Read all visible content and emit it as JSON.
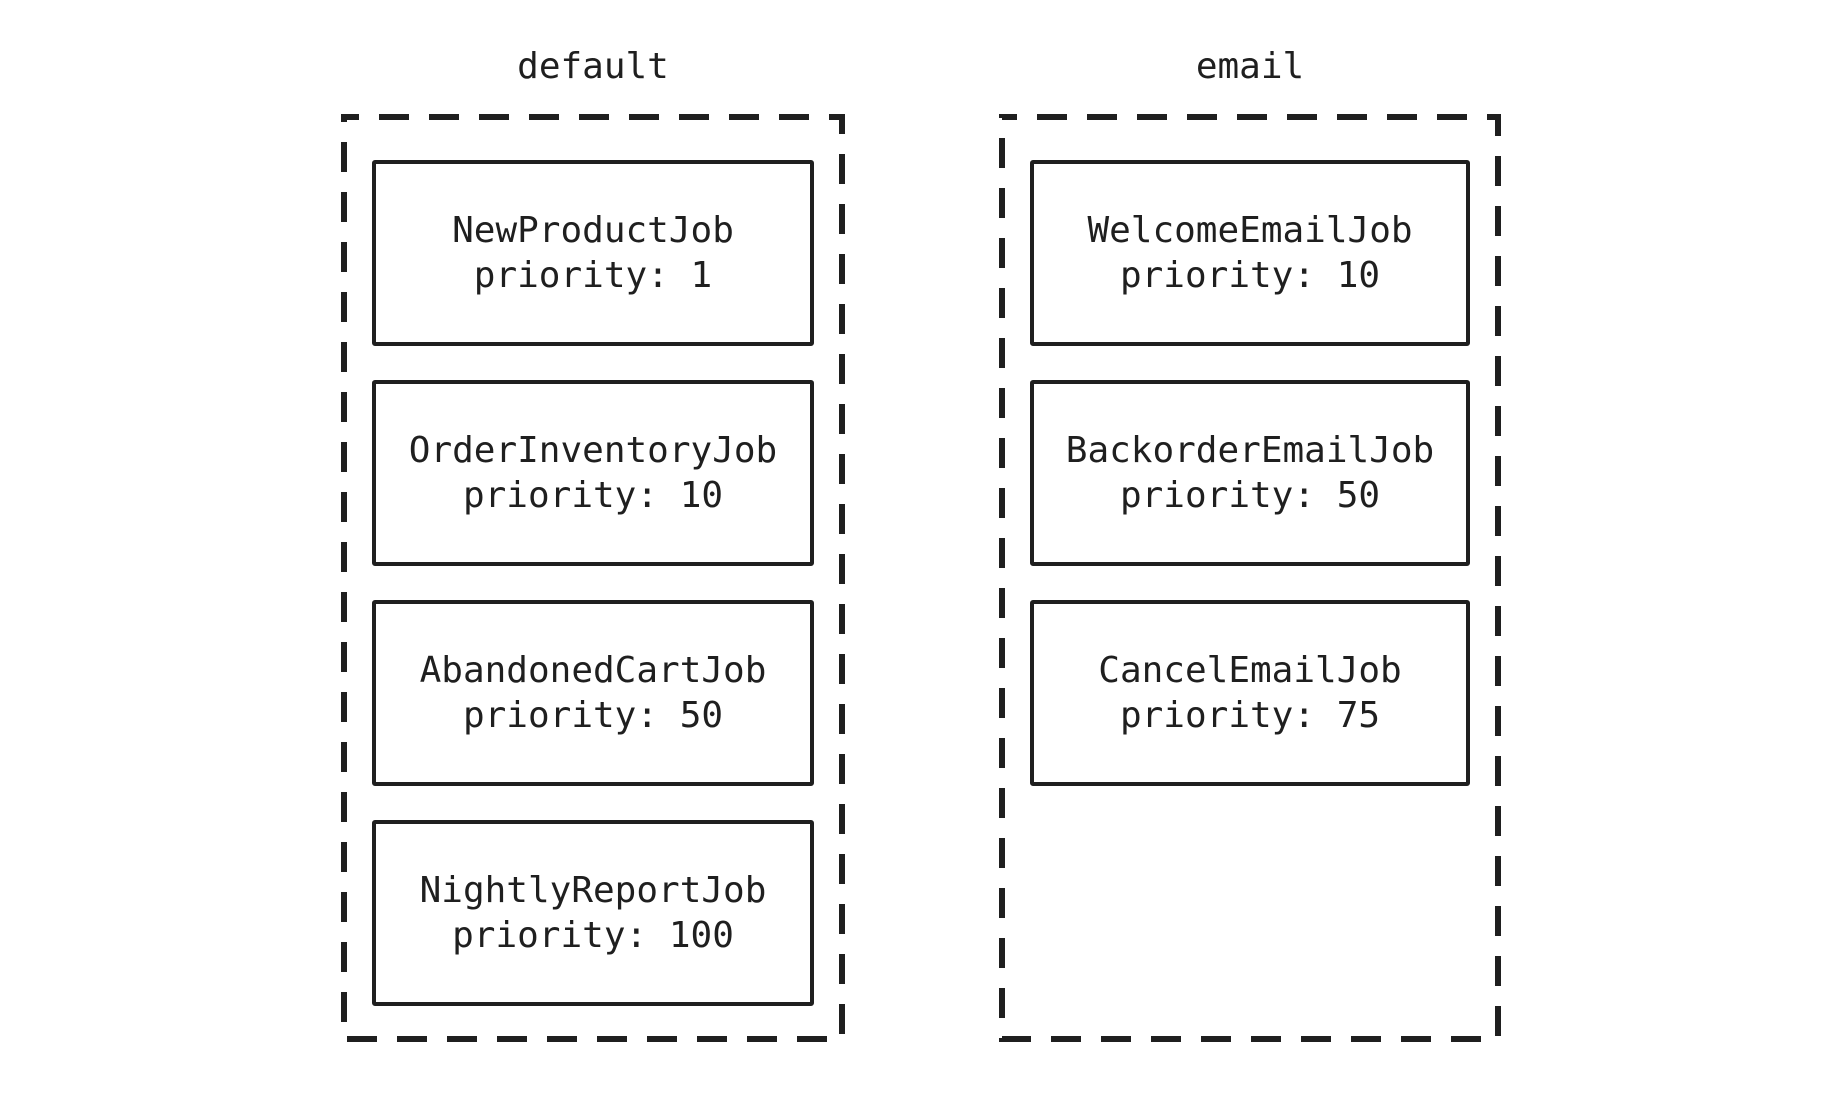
{
  "diagram": {
    "colors": {
      "stroke": "#1f1f1f",
      "background": "#ffffff"
    },
    "queues": [
      {
        "name": "default",
        "jobs": [
          {
            "class_name": "NewProductJob",
            "priority": "priority: 1"
          },
          {
            "class_name": "OrderInventoryJob",
            "priority": "priority: 10"
          },
          {
            "class_name": "AbandonedCartJob",
            "priority": "priority: 50"
          },
          {
            "class_name": "NightlyReportJob",
            "priority": "priority: 100"
          }
        ]
      },
      {
        "name": "email",
        "jobs": [
          {
            "class_name": "WelcomeEmailJob",
            "priority": "priority: 10"
          },
          {
            "class_name": "BackorderEmailJob",
            "priority": "priority: 50"
          },
          {
            "class_name": "CancelEmailJob",
            "priority": "priority: 75"
          }
        ]
      }
    ]
  }
}
